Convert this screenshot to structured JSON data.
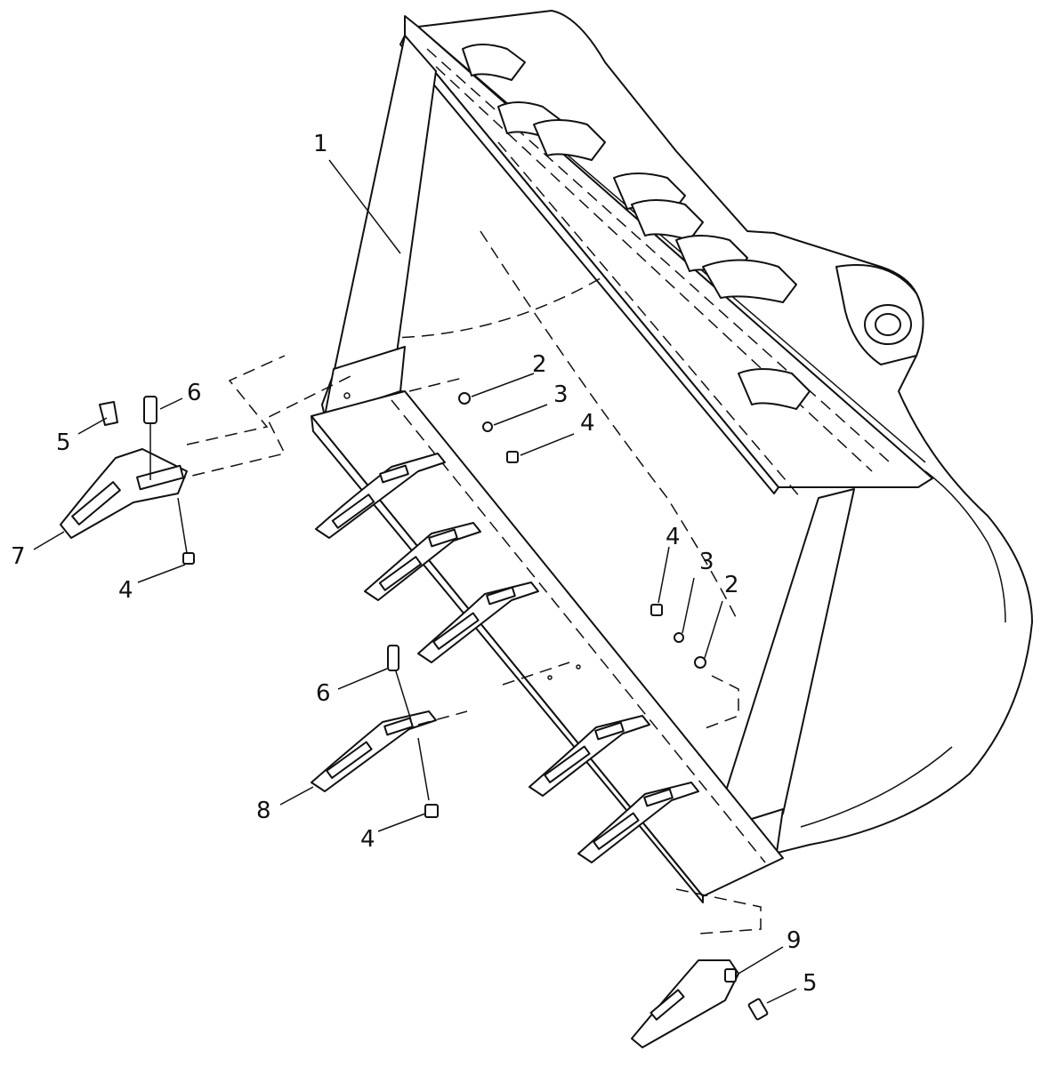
{
  "diagram": {
    "callouts": [
      {
        "id": "c-1",
        "text": "1"
      },
      {
        "id": "c-2a",
        "text": "2"
      },
      {
        "id": "c-3a",
        "text": "3"
      },
      {
        "id": "c-4a",
        "text": "4"
      },
      {
        "id": "c-5a",
        "text": "5"
      },
      {
        "id": "c-6a",
        "text": "6"
      },
      {
        "id": "c-7",
        "text": "7"
      },
      {
        "id": "c-4b",
        "text": "4"
      },
      {
        "id": "c-4c",
        "text": "4"
      },
      {
        "id": "c-3b",
        "text": "3"
      },
      {
        "id": "c-2b",
        "text": "2"
      },
      {
        "id": "c-6b",
        "text": "6"
      },
      {
        "id": "c-8",
        "text": "8"
      },
      {
        "id": "c-4d",
        "text": "4"
      },
      {
        "id": "c-9",
        "text": "9"
      },
      {
        "id": "c-5b",
        "text": "5"
      }
    ]
  }
}
